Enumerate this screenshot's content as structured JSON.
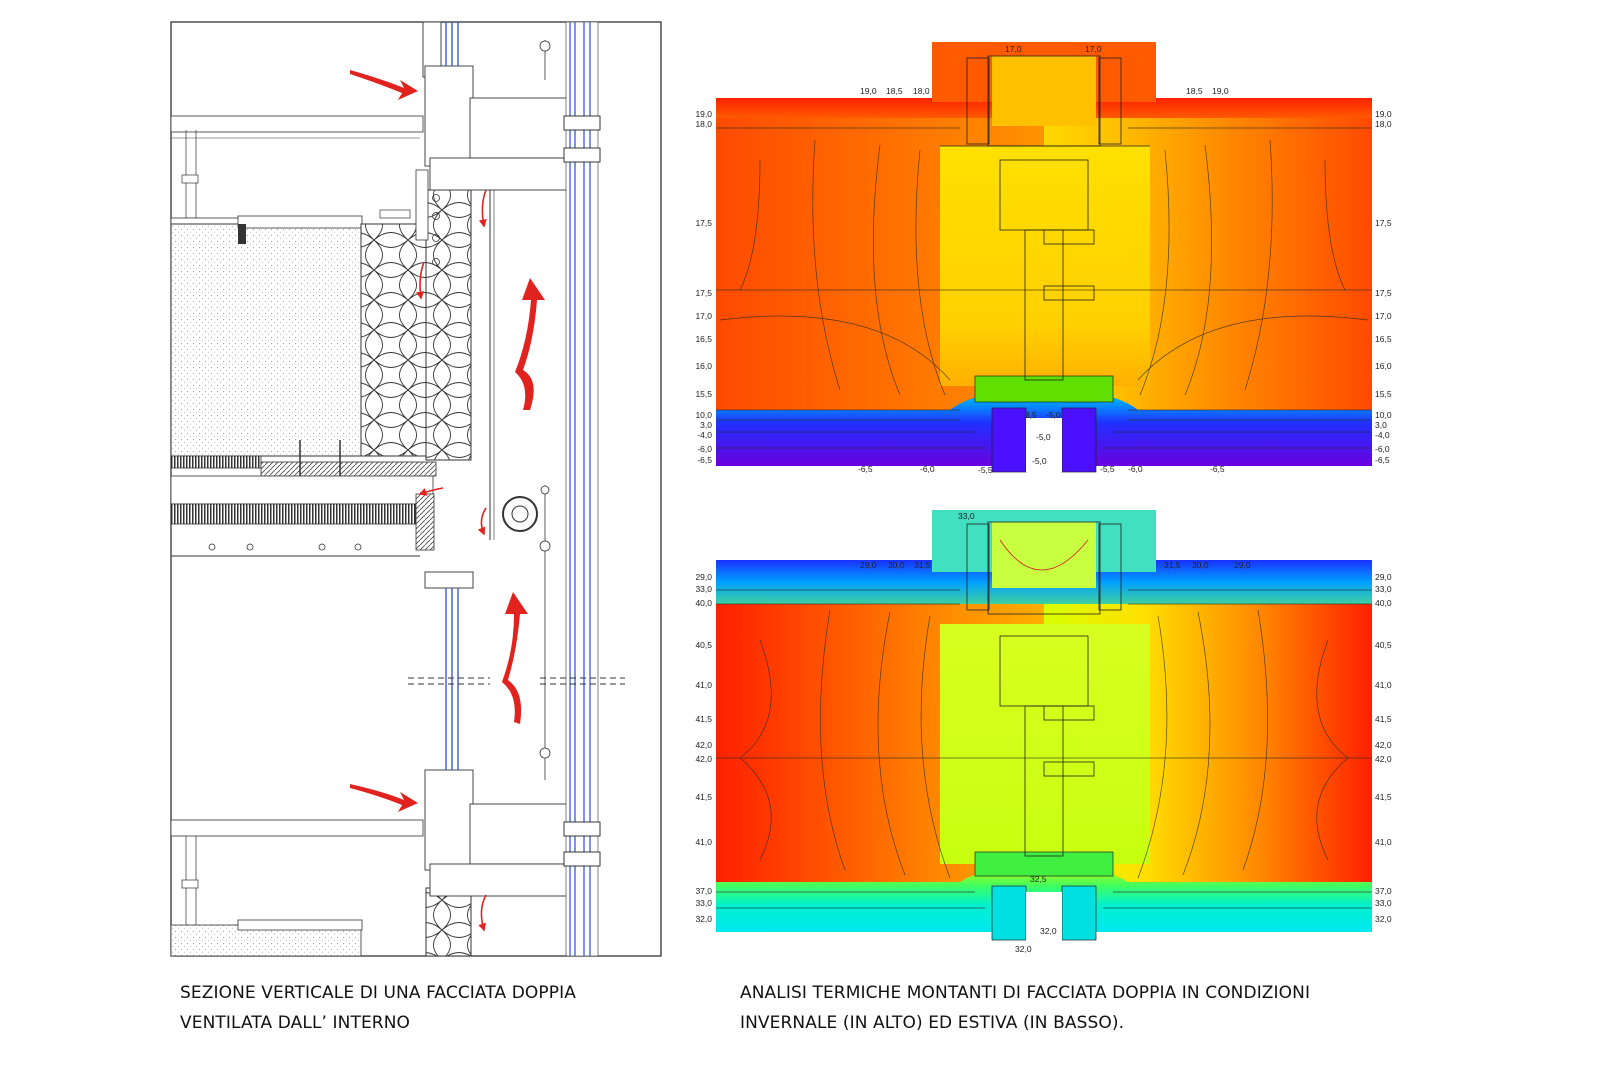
{
  "captions": {
    "left": [
      "SEZIONE VERTICALE DI UNA FACCIATA DOPPIA",
      "VENTILATA DALL’ INTERNO"
    ],
    "right": [
      "ANALISI TERMICHE MONTANTI DI FACCIATA DOPPIA IN CONDIZIONI",
      "INVERNALE  (IN ALTO)  ED ESTIVA (IN BASSO)."
    ]
  },
  "winter_labels": {
    "left_side": [
      "19,0",
      "18,0",
      "17,5",
      "17,5",
      "17,0",
      "16,5",
      "16,0",
      "15,5",
      "10,0",
      "3,0",
      "-4,0",
      "-6,0",
      "-6,5"
    ],
    "right_side": [
      "19,0",
      "18,0",
      "17,5",
      "17,5",
      "17,0",
      "16,5",
      "16,0",
      "15,5",
      "10,0",
      "3,0",
      "-4,0",
      "-6,0",
      "-6,5"
    ],
    "top": [
      "17,0",
      "17,0",
      "19,0",
      "18,5",
      "18,0",
      "18,5",
      "19,0"
    ],
    "bottom": [
      "-6,5",
      "-6,0",
      "-5,5",
      "-5,0",
      "-5,5",
      "-6,0",
      "-6,5"
    ],
    "center": [
      "-3,5",
      "-5,0",
      "-5,0"
    ]
  },
  "summer_labels": {
    "left_side": [
      "29,0",
      "33,0",
      "40,0",
      "40,5",
      "41,0",
      "41,5",
      "42,0",
      "42,0",
      "41,5",
      "41,0",
      "37,0",
      "33,0",
      "32,0"
    ],
    "right_side": [
      "29,0",
      "33,0",
      "40,0",
      "40,5",
      "41,0",
      "41,5",
      "42,0",
      "42,0",
      "41,5",
      "41,0",
      "37,0",
      "33,0",
      "32,0"
    ],
    "top": [
      "33,0",
      "29,0",
      "30,0",
      "31,5",
      "31,5",
      "30,0",
      "29,0"
    ],
    "bottom": [
      "32,5",
      "32,0",
      "32,0"
    ]
  },
  "colors": {
    "arrow": "#e0231f",
    "glass": "#3a5bd9",
    "winter_hot": "#ff3b00",
    "winter_mid": "#ffd300",
    "winter_cold": "#5a00e0",
    "summer_hot": "#ff1a00",
    "summer_mid": "#c8ff00",
    "summer_cold": "#1a3cff"
  },
  "icons": [
    "air-flow-arrow-icon",
    "glazing-pane",
    "insulation-layer"
  ]
}
